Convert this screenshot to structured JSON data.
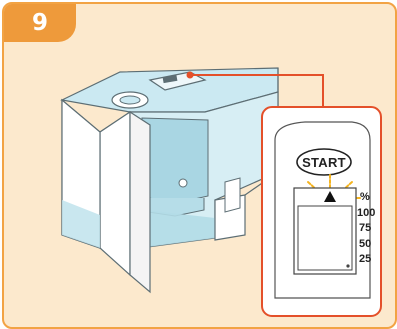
{
  "step": {
    "number": "9"
  },
  "indicator": {
    "button_label": "START",
    "unit": "%",
    "levels": [
      "100",
      "75",
      "50",
      "25"
    ]
  },
  "colors": {
    "panel_bg": "#fce9cd",
    "panel_border": "#f2a344",
    "tab_bg": "#ee9a3b",
    "water": "#bfe3ec",
    "connector": "#e4502a",
    "light_rays": "#f5b41f"
  }
}
